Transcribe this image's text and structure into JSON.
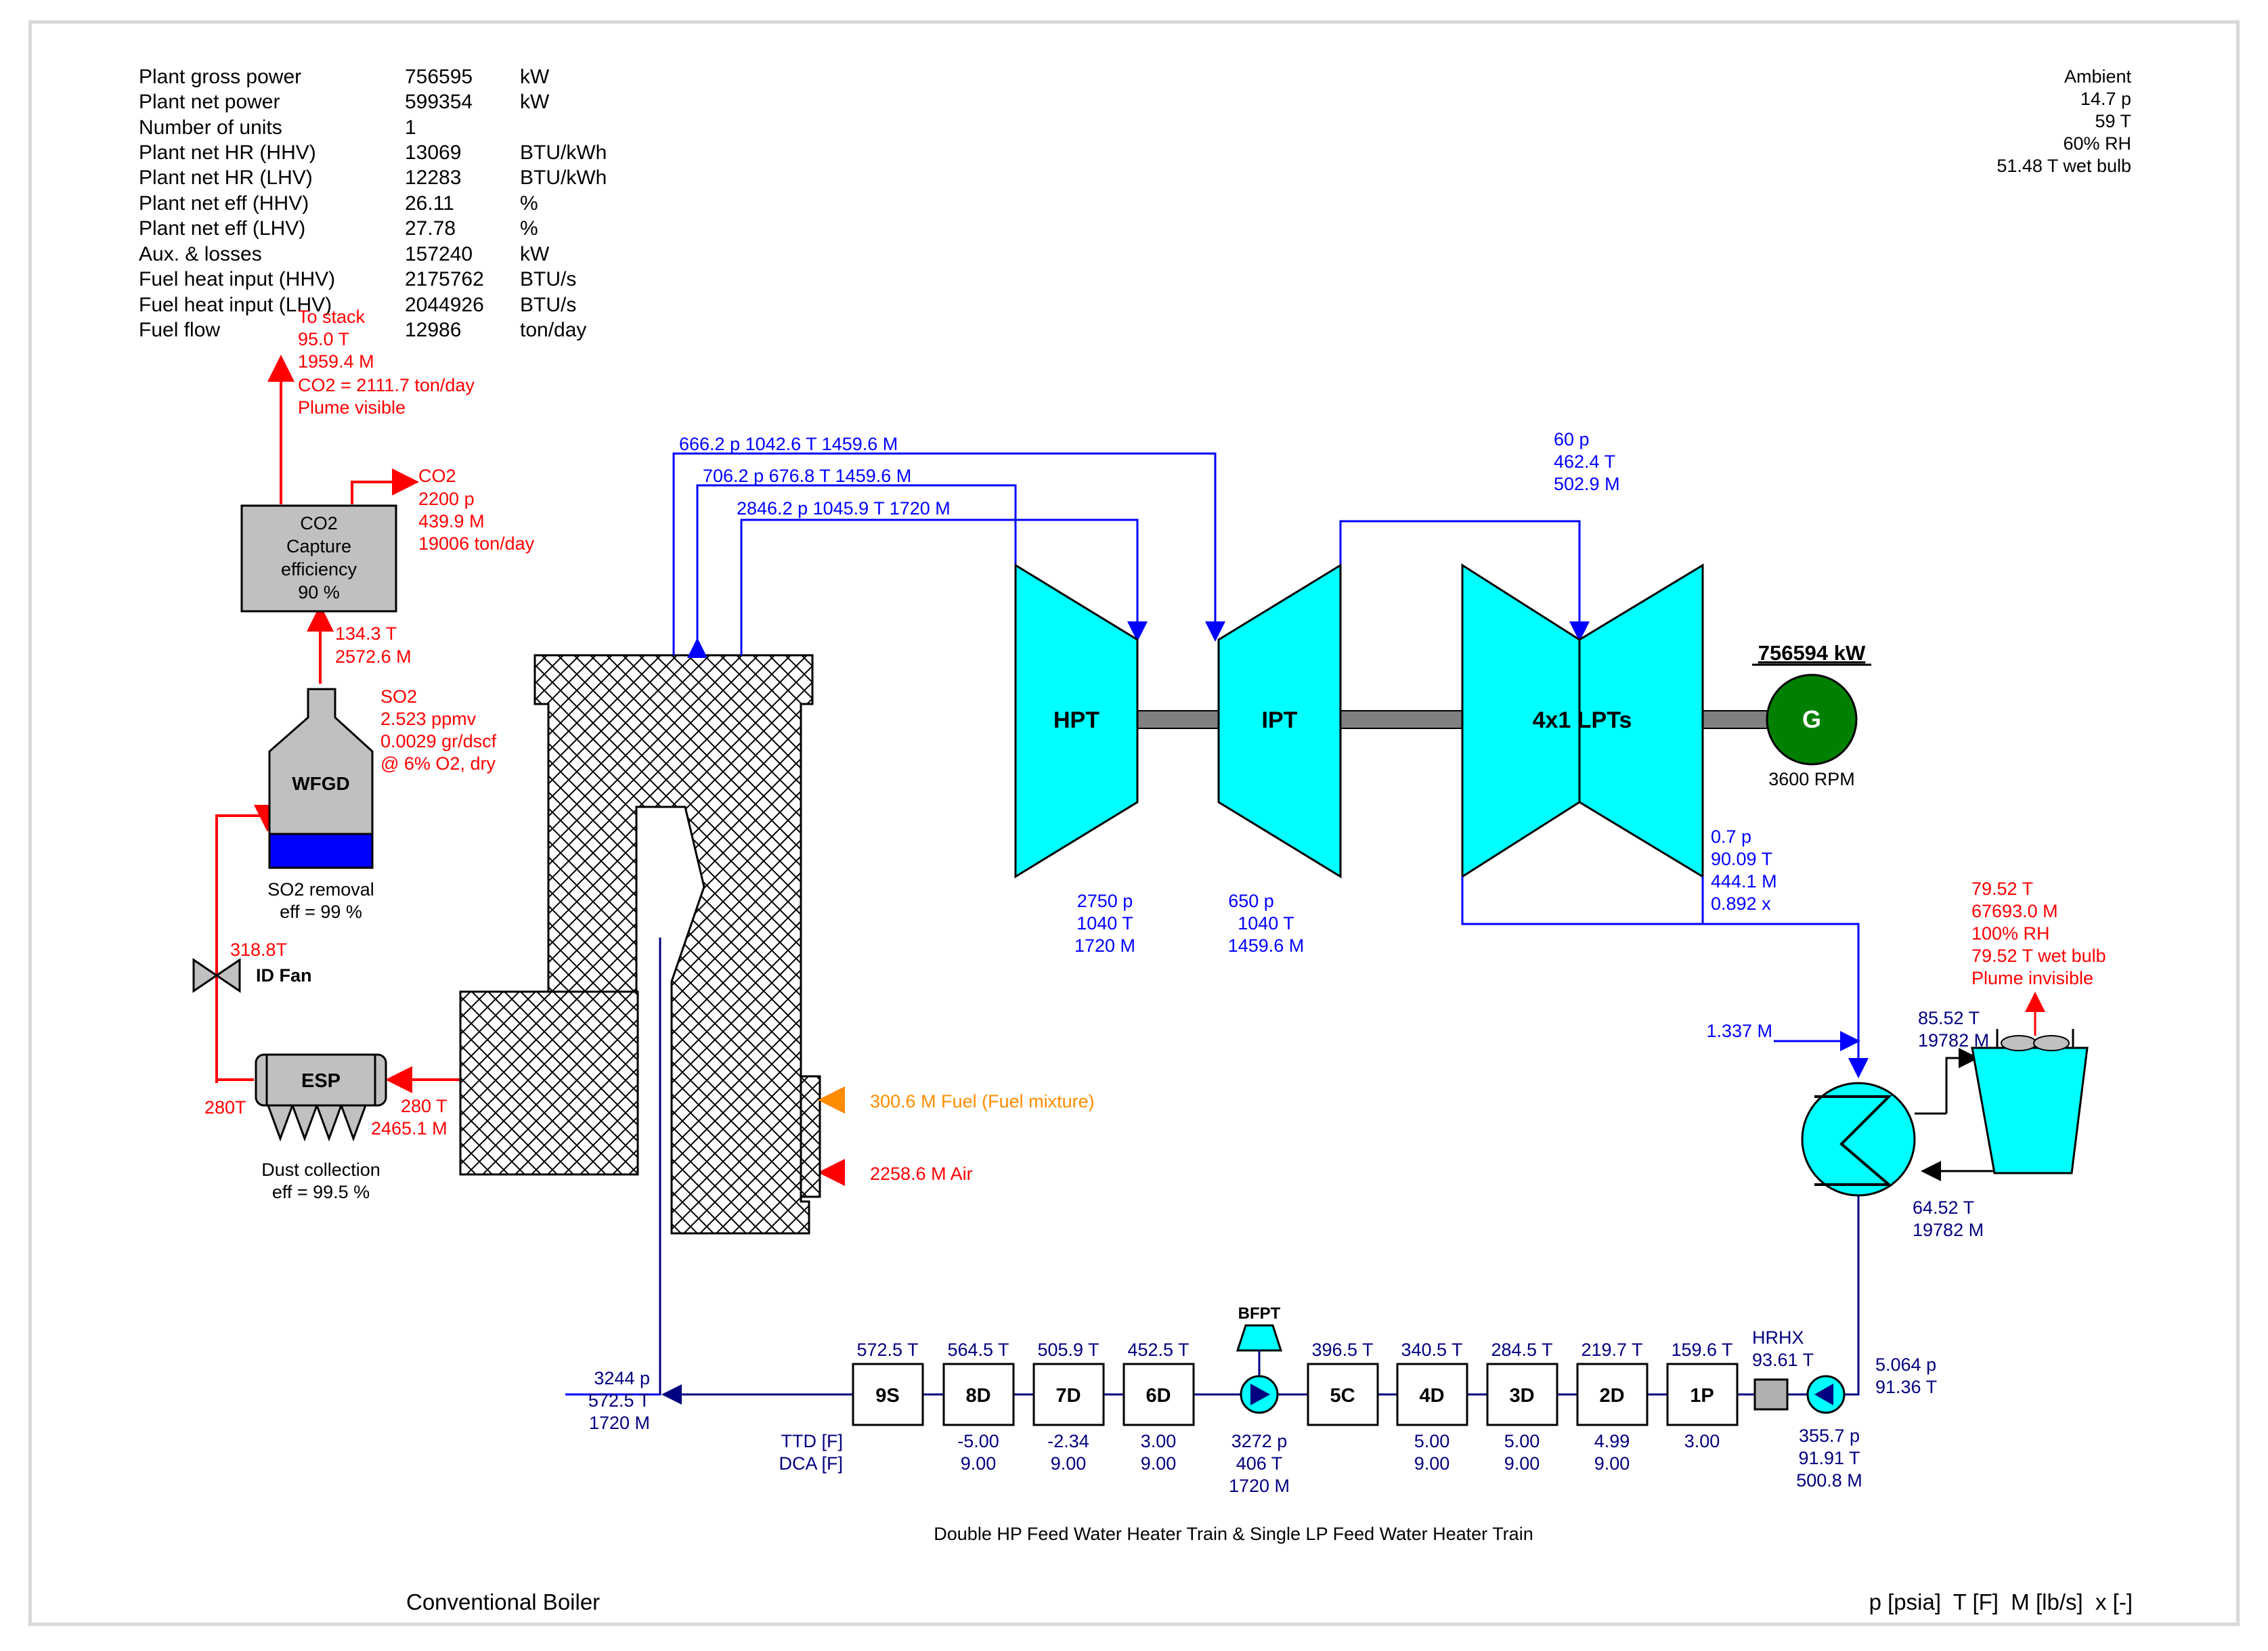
{
  "summary": [
    {
      "label": "Plant gross power",
      "value": "756595",
      "unit": "kW"
    },
    {
      "label": "Plant net power",
      "value": "599354",
      "unit": "kW"
    },
    {
      "label": "Number of units",
      "value": "1",
      "unit": ""
    },
    {
      "label": "Plant net HR (HHV)",
      "value": "13069",
      "unit": "BTU/kWh"
    },
    {
      "label": "Plant net HR (LHV)",
      "value": "12283",
      "unit": "BTU/kWh"
    },
    {
      "label": "Plant net eff (HHV)",
      "value": "26.11",
      "unit": "%"
    },
    {
      "label": "Plant net eff (LHV)",
      "value": "27.78",
      "unit": "%"
    },
    {
      "label": "Aux. & losses",
      "value": "157240",
      "unit": "kW"
    },
    {
      "label": "Fuel heat input (HHV)",
      "value": "2175762",
      "unit": "BTU/s"
    },
    {
      "label": "Fuel heat input (LHV)",
      "value": "2044926",
      "unit": "BTU/s"
    },
    {
      "label": "Fuel flow",
      "value": "12986",
      "unit": "ton/day"
    }
  ],
  "ambient": [
    "Ambient",
    "14.7 p",
    "59 T",
    "60% RH",
    "51.48 T wet bulb"
  ],
  "stack": [
    "To stack",
    "95.0 T",
    "1959.4 M",
    "CO2 = 2111.7 ton/day",
    "Plume visible"
  ],
  "co2_box": [
    "CO2",
    "Capture",
    "efficiency",
    "90 %"
  ],
  "co2_out": [
    "CO2",
    "2200 p",
    "439.9 M",
    "19006 ton/day"
  ],
  "wfgd_out": [
    "134.3 T",
    "2572.6 M"
  ],
  "so2": [
    "SO2",
    "2.523 ppmv",
    "0.0029 gr/dscf",
    "@ 6% O2, dry"
  ],
  "wfgd_label": "WFGD",
  "so2_removal": [
    "SO2 removal",
    "eff = 99 %"
  ],
  "idfan_temp": "318.8T",
  "idfan_label": "ID Fan",
  "esp_label": "ESP",
  "esp_left_temp": "280T",
  "esp_in": [
    "280 T",
    "2465.1 M"
  ],
  "dust": [
    "Dust collection",
    "eff = 99.5 %"
  ],
  "fuel_in": "300.6 M Fuel (Fuel mixture)",
  "air_in": "2258.6 M Air",
  "steam_lines": {
    "l1": "666.2 p 1042.6 T 1459.6 M",
    "l2": "706.2 p 676.8 T 1459.6 M",
    "l3": "2846.2 p 1045.9 T 1720 M"
  },
  "crossover": [
    "60 p",
    "462.4 T",
    "502.9 M"
  ],
  "turbines": {
    "hpt": "HPT",
    "ipt": "IPT",
    "lpt": "4x1 LPTs"
  },
  "generator": {
    "power": "756594 kW",
    "symbol": "G",
    "rpm": "3600 RPM"
  },
  "hpt_in": [
    "2750 p",
    "1040 T",
    "1720 M"
  ],
  "ipt_in": [
    "650 p",
    "1040 T",
    "1459.6 M"
  ],
  "lp_exhaust": [
    "0.7 p",
    "90.09 T",
    "444.1 M",
    "0.892 x"
  ],
  "cooling_tower": [
    "79.52 T",
    "67693.0 M",
    "100% RH",
    "79.52 T wet bulb",
    "Plume invisible"
  ],
  "cw_in": [
    "85.52 T",
    "19782 M"
  ],
  "cw_out": [
    "64.52 T",
    "19782 M"
  ],
  "makeup": "1.337 M",
  "cond_pump_out": [
    "5.064 p",
    "91.36 T"
  ],
  "hrhx": [
    "HRHX",
    "93.61 T"
  ],
  "pump_out": [
    "355.7 p",
    "91.91 T",
    "500.8 M"
  ],
  "fw_out": [
    "3244 p",
    "572.5 T",
    "1720 M"
  ],
  "ttd_label": "TTD [F]",
  "dca_label": "DCA [F]",
  "bfpt": {
    "label": "BFPT",
    "out": [
      "3272 p",
      "406 T",
      "1720 M"
    ]
  },
  "heaters": [
    {
      "name": "9S",
      "temp": "572.5 T",
      "ttd": "",
      "dca": ""
    },
    {
      "name": "8D",
      "temp": "564.5 T",
      "ttd": "-5.00",
      "dca": "9.00"
    },
    {
      "name": "7D",
      "temp": "505.9 T",
      "ttd": "-2.34",
      "dca": "9.00"
    },
    {
      "name": "6D",
      "temp": "452.5 T",
      "ttd": "3.00",
      "dca": "9.00"
    },
    {
      "name": "5C",
      "temp": "396.5 T",
      "ttd": "",
      "dca": ""
    },
    {
      "name": "4D",
      "temp": "340.5 T",
      "ttd": "5.00",
      "dca": "9.00"
    },
    {
      "name": "3D",
      "temp": "284.5 T",
      "ttd": "5.00",
      "dca": "9.00"
    },
    {
      "name": "2D",
      "temp": "219.7 T",
      "ttd": "4.99",
      "dca": "9.00"
    },
    {
      "name": "1P",
      "temp": "159.6 T",
      "ttd": "3.00",
      "dca": ""
    }
  ],
  "train_caption": "Double HP Feed Water Heater Train & Single LP Feed Water Heater Train",
  "boiler_caption": "Conventional Boiler",
  "units_legend": "p [psia]  T [F]  M [lb/s]  x [-]",
  "colors": {
    "flue": "#ff0000",
    "steam": "#0000ff",
    "water": "#000080",
    "turbine": "#00ffff",
    "generator": "#008000",
    "fuel": "#ff8c00"
  }
}
